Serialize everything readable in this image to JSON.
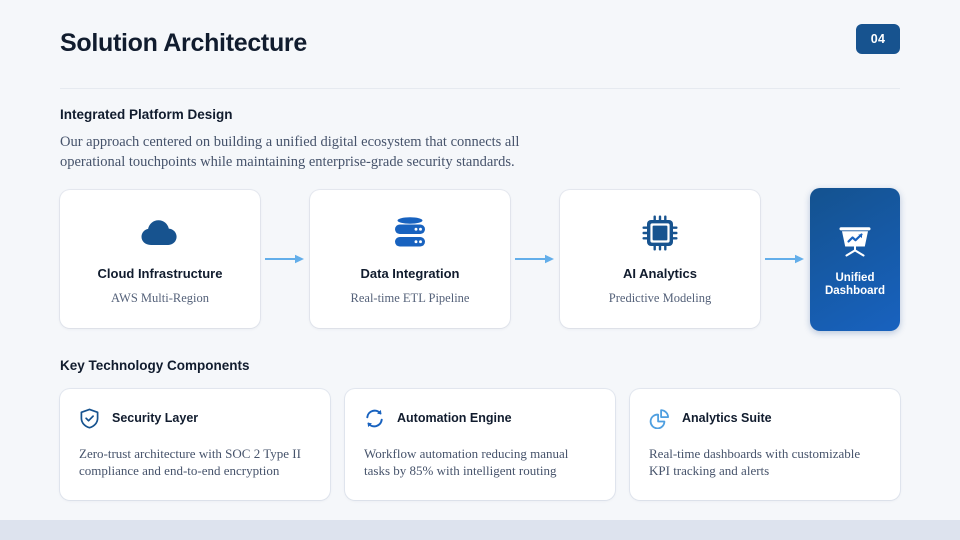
{
  "header": {
    "title": "Solution Architecture",
    "badge": "04"
  },
  "intro": {
    "title": "Integrated Platform Design",
    "text": "Our approach centered on building a unified digital ecosystem that connects all operational touchpoints while maintaining enterprise-grade security standards."
  },
  "flow": {
    "steps": [
      {
        "icon": "cloud-icon",
        "title": "Cloud Infrastructure",
        "subtitle": "AWS Multi-Region",
        "highlight": false
      },
      {
        "icon": "database-icon",
        "title": "Data Integration",
        "subtitle": "Real-time ETL Pipeline",
        "highlight": false
      },
      {
        "icon": "cpu-chip-icon",
        "title": "AI Analytics",
        "subtitle": "Predictive Modeling",
        "highlight": false
      },
      {
        "icon": "presentation-chart-icon",
        "title_line1": "Unified",
        "title_line2": "Dashboard",
        "highlight": true
      }
    ],
    "arrow_icon": "arrow-right-icon"
  },
  "components": {
    "heading": "Key Technology Components",
    "items": [
      {
        "icon": "shield-check-icon",
        "title": "Security Layer",
        "text": "Zero-trust architecture with SOC 2 Type II compliance and end-to-end encryption"
      },
      {
        "icon": "refresh-cycle-icon",
        "title": "Automation Engine",
        "text": "Workflow automation reducing manual tasks by 85% with intelligent routing"
      },
      {
        "icon": "pie-chart-icon",
        "title": "Analytics Suite",
        "text": "Real-time dashboards with customizable KPI tracking and alerts"
      }
    ]
  },
  "colors": {
    "accent_dark": "#17538f",
    "accent": "#1862bf",
    "accent_light": "#63aeea",
    "text_dark": "#111c2e",
    "text_body": "#46536b",
    "page_background": "#f5f7fa",
    "bottom_strip": "#dde3ee"
  }
}
